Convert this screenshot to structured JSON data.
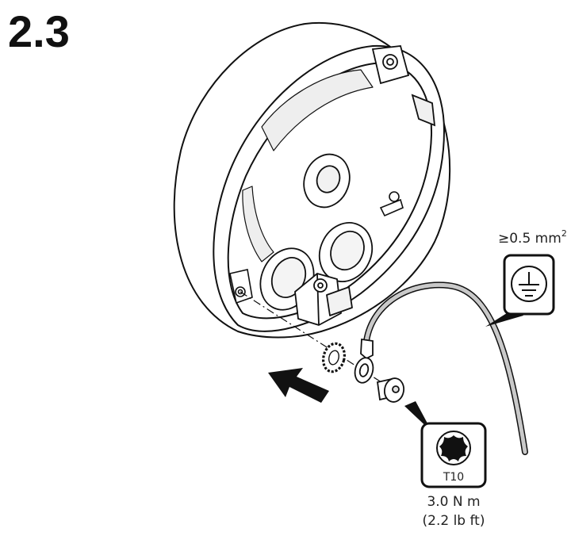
{
  "step": {
    "number": "2.3"
  },
  "wire_spec": {
    "size_text": "≥0.5 mm",
    "size_superscript": "2",
    "icon": "protective-earth-ground-icon"
  },
  "torque_spec": {
    "bit": "T10",
    "bit_icon": "torx-bit-icon",
    "torque_metric": "3.0 N m",
    "torque_imperial": "(2.2 lb ft)"
  },
  "colors": {
    "line": "#111111",
    "wire": "#bfbfbf",
    "shade": "#e6e6e6",
    "arrow": "#111111"
  }
}
